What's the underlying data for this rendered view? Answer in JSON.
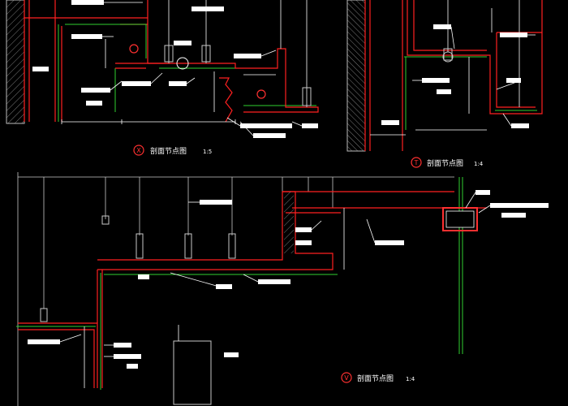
{
  "drawing": {
    "background": "#000000",
    "colors": {
      "wall_outline": "#ff2020",
      "leader": "#ffffff",
      "board": "#30d030",
      "hanger": "#c8c8c8",
      "label_fill": "#ffffff",
      "label_text": "#000000",
      "accent": "#ff3030",
      "highlight_box": "#ff3030"
    }
  },
  "details": [
    {
      "id": "X",
      "caption": "剖面节点图",
      "scale": "1:5"
    },
    {
      "id": "T",
      "caption": "剖面节点图",
      "scale": "1:4"
    },
    {
      "id": "V",
      "caption": "剖面节点图",
      "scale": "1:4"
    }
  ]
}
